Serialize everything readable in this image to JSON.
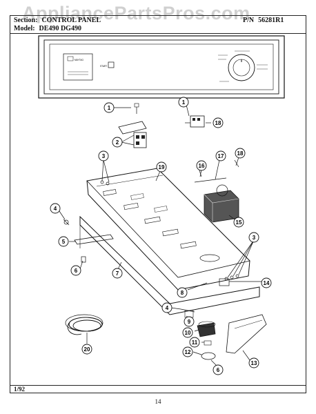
{
  "watermark": "AppliancePartsPros.com",
  "header": {
    "section_label": "Section:",
    "section_value": "CONTROL PANEL",
    "pn_label": "P/N",
    "pn_value": "56281R1",
    "model_label": "Model:",
    "model_value": "DE490 DG490"
  },
  "panel": {
    "brand": "MAYTAG",
    "start_label": "START"
  },
  "callouts": [
    "1",
    "1",
    "18",
    "2",
    "3",
    "19",
    "16",
    "17",
    "18",
    "4",
    "5",
    "15",
    "6",
    "7",
    "3",
    "8",
    "14",
    "4",
    "9",
    "10",
    "11",
    "12",
    "6",
    "13",
    "20"
  ],
  "footer": {
    "date": "1/92",
    "page": "14"
  }
}
